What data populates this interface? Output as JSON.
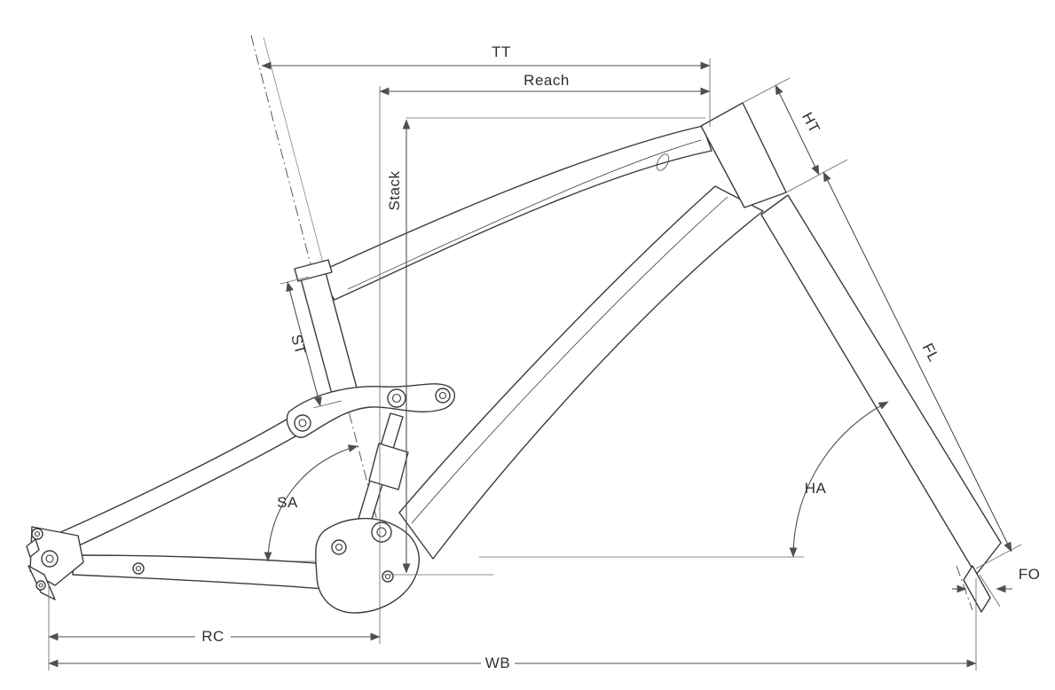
{
  "diagram": {
    "title": "bike-frame-geometry-diagram",
    "labels": {
      "tt": "TT",
      "reach": "Reach",
      "stack": "Stack",
      "ht": "HT",
      "fl": "FL",
      "st": "ST",
      "sa": "SA",
      "ha": "HA",
      "rc": "RC",
      "wb": "WB",
      "fo": "FO"
    },
    "colors": {
      "background": "#ffffff",
      "frame_line": "#3b3b3b",
      "dimension_line": "#4f4f4f",
      "text": "#2f2f2f"
    }
  }
}
